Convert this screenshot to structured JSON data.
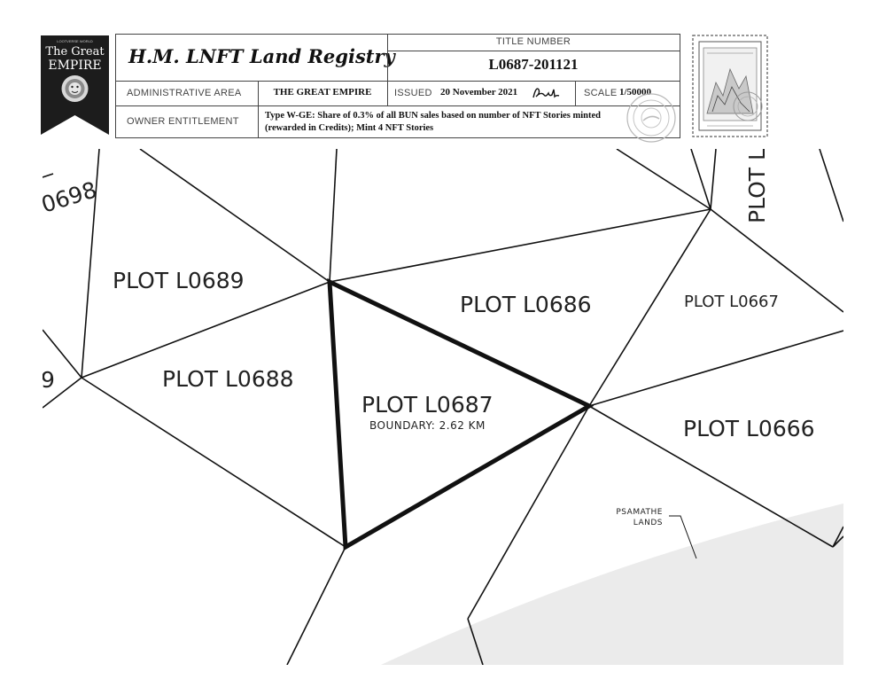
{
  "registry": {
    "title": "H.M. LNFT Land Registry",
    "title_number_label": "TITLE NUMBER",
    "title_number": "L0687-201121",
    "admin_area_label": "ADMINISTRATIVE AREA",
    "admin_area": "THE GREAT EMPIRE",
    "issued_label": "ISSUED",
    "issued_date": "20 November 2021",
    "scale_label": "SCALE",
    "scale": "1/50000",
    "owner_label": "OWNER ENTITLEMENT",
    "owner_line1": "Type W-GE: Share of 0.3% of all BUN sales based on number of NFT Stories minted",
    "owner_line2": "(rewarded in Credits); Mint 4 NFT Stories"
  },
  "emblem": {
    "small_text": "LOOTVERSE WORLD",
    "line1": "The Great",
    "line2": "EMPIRE"
  },
  "map": {
    "plots": {
      "l0689": "PLOT L0689",
      "l0686": "PLOT L0686",
      "l0667": "PLOT L0667",
      "l0688": "PLOT L0688",
      "l0687": "PLOT L0687",
      "l0666": "PLOT L0666",
      "partial_top": "PLOT L",
      "partial_left": "0698",
      "partial_edge": "9"
    },
    "boundary": "BOUNDARY: 2.62 KM",
    "region_line1": "PSAMATHE",
    "region_line2": "LANDS"
  },
  "colors": {
    "line": "#111111",
    "region_fill": "#ebebeb",
    "ribbon": "#1c1c1c"
  }
}
